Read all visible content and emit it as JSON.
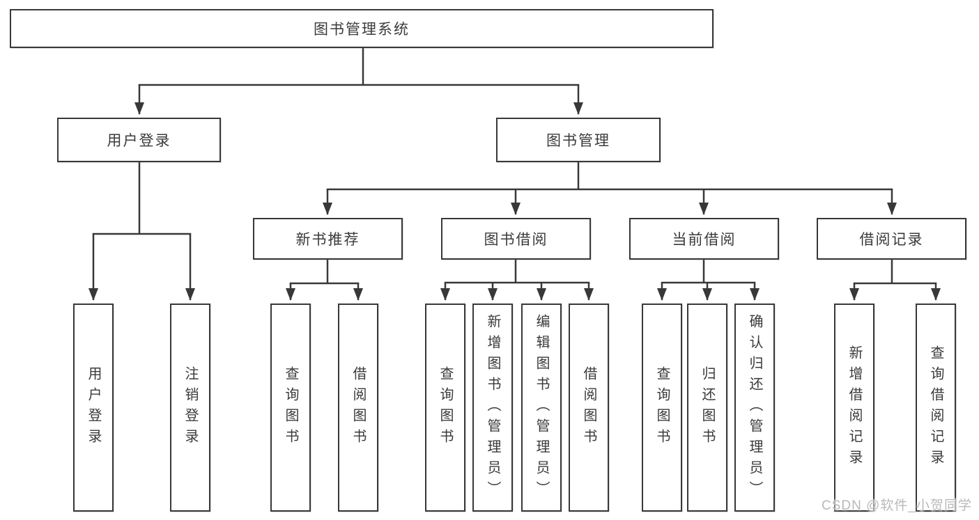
{
  "nodes": {
    "root": "图书管理系统",
    "user_login": "用户登录",
    "book_management": "图书管理",
    "new_book_recommend": "新书推荐",
    "book_borrowing": "图书借阅",
    "current_borrowing": "当前借阅",
    "borrowing_records": "借阅记录",
    "leaf_user_login": "用户登录",
    "leaf_logout": "注销登录",
    "leaf_nb_query_books": "查询图书",
    "leaf_nb_borrow_books": "借阅图书",
    "leaf_bb_query_books": "查询图书",
    "leaf_bb_add_books_admin": "新增图书（管理员）",
    "leaf_bb_edit_books_admin": "编辑图书（管理员）",
    "leaf_bb_borrow_books": "借阅图书",
    "leaf_cb_query_books": "查询图书",
    "leaf_cb_return_books": "归还图书",
    "leaf_cb_confirm_return_admin": "确认归还（管理员）",
    "leaf_br_add_record": "新增借阅记录",
    "leaf_br_query_record": "查询借阅记录"
  },
  "colors": {
    "line": "#383838",
    "box_border": "#383838",
    "text": "#3a3a3a",
    "background": "#ffffff",
    "watermark": "#b9b9bd"
  },
  "watermark": "CSDN @软件_小贺同学"
}
